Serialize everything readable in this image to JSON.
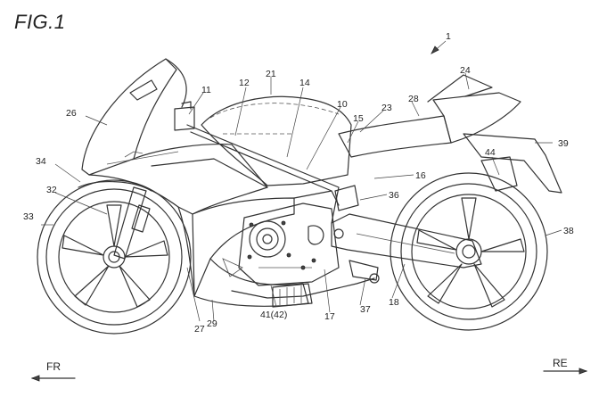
{
  "figure": {
    "title": "FIG.1",
    "direction_front": "FR",
    "direction_rear": "RE"
  },
  "reference_numerals": {
    "overall": "1",
    "r10": "10",
    "r11": "11",
    "r12": "12",
    "r14": "14",
    "r15": "15",
    "r16": "16",
    "r17": "17",
    "r18": "18",
    "r21": "21",
    "r23": "23",
    "r24": "24",
    "r26": "26",
    "r27": "27",
    "r28": "28",
    "r29": "29",
    "r32": "32",
    "r33": "33",
    "r34": "34",
    "r36": "36",
    "r37": "37",
    "r38": "38",
    "r39": "39",
    "r41_42": "41(42)",
    "r44": "44"
  }
}
